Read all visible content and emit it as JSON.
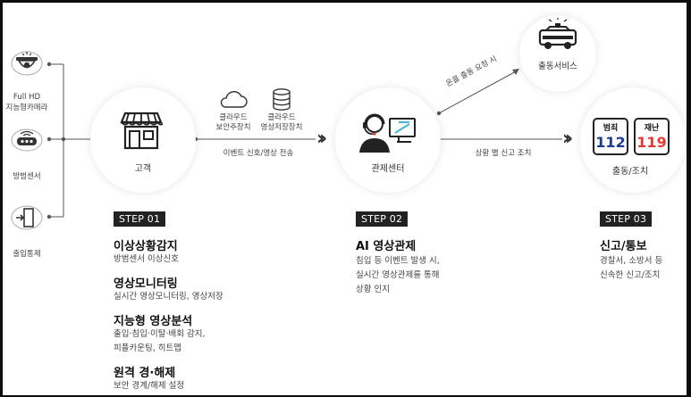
{
  "devices": [
    {
      "label": "Full HD\n지능형카메라",
      "icon": "cctv-camera-icon"
    },
    {
      "label": "방범센서",
      "icon": "security-sensor-icon"
    },
    {
      "label": "출입통제",
      "icon": "access-control-icon"
    }
  ],
  "customer": {
    "label": "고객",
    "icon": "storefront-icon"
  },
  "cloud": [
    {
      "label": "클라우드\n보안주장치",
      "icon": "cloud-icon"
    },
    {
      "label": "클라우드\n영상저장장치",
      "icon": "database-icon"
    }
  ],
  "transmit_label": "이벤트 신호/영상 전송",
  "control_center": {
    "label": "관제센터",
    "icon": "operator-headset-icon"
  },
  "dispatch_request_label": "온콜 출동 요청 시",
  "dispatch_service": {
    "label": "출동서비스",
    "icon": "patrol-car-icon"
  },
  "report_label": "상황 별 신고 조치",
  "response": {
    "label": "출동/조치",
    "badges": [
      {
        "title": "범죄",
        "number": "112",
        "color": "#1a3d8f"
      },
      {
        "title": "재난",
        "number": "119",
        "color": "#e53935"
      }
    ]
  },
  "steps": [
    {
      "tag": "STEP 01",
      "items": [
        {
          "title": "이상상황감지",
          "desc": "방범센서 이상신호"
        },
        {
          "title": "영상모니터링",
          "desc": "실시간 영상모니터링, 영상저장"
        },
        {
          "title": "지능형 영상분석",
          "desc": "출입·침입·이탈·배회 감지,\n피플카운팅, 히트맵"
        },
        {
          "title": "원격 경·해제",
          "desc": "보안 경계/해제 설정"
        }
      ]
    },
    {
      "tag": "STEP 02",
      "items": [
        {
          "title": "AI 영상관제",
          "desc": "침입 등 이벤트 발생 시,\n실시간 영상관제를 통해\n상황 인지"
        }
      ]
    },
    {
      "tag": "STEP 03",
      "items": [
        {
          "title": "신고/통보",
          "desc": "경찰서, 소방서 등\n신속한 신고/조치"
        }
      ]
    }
  ]
}
